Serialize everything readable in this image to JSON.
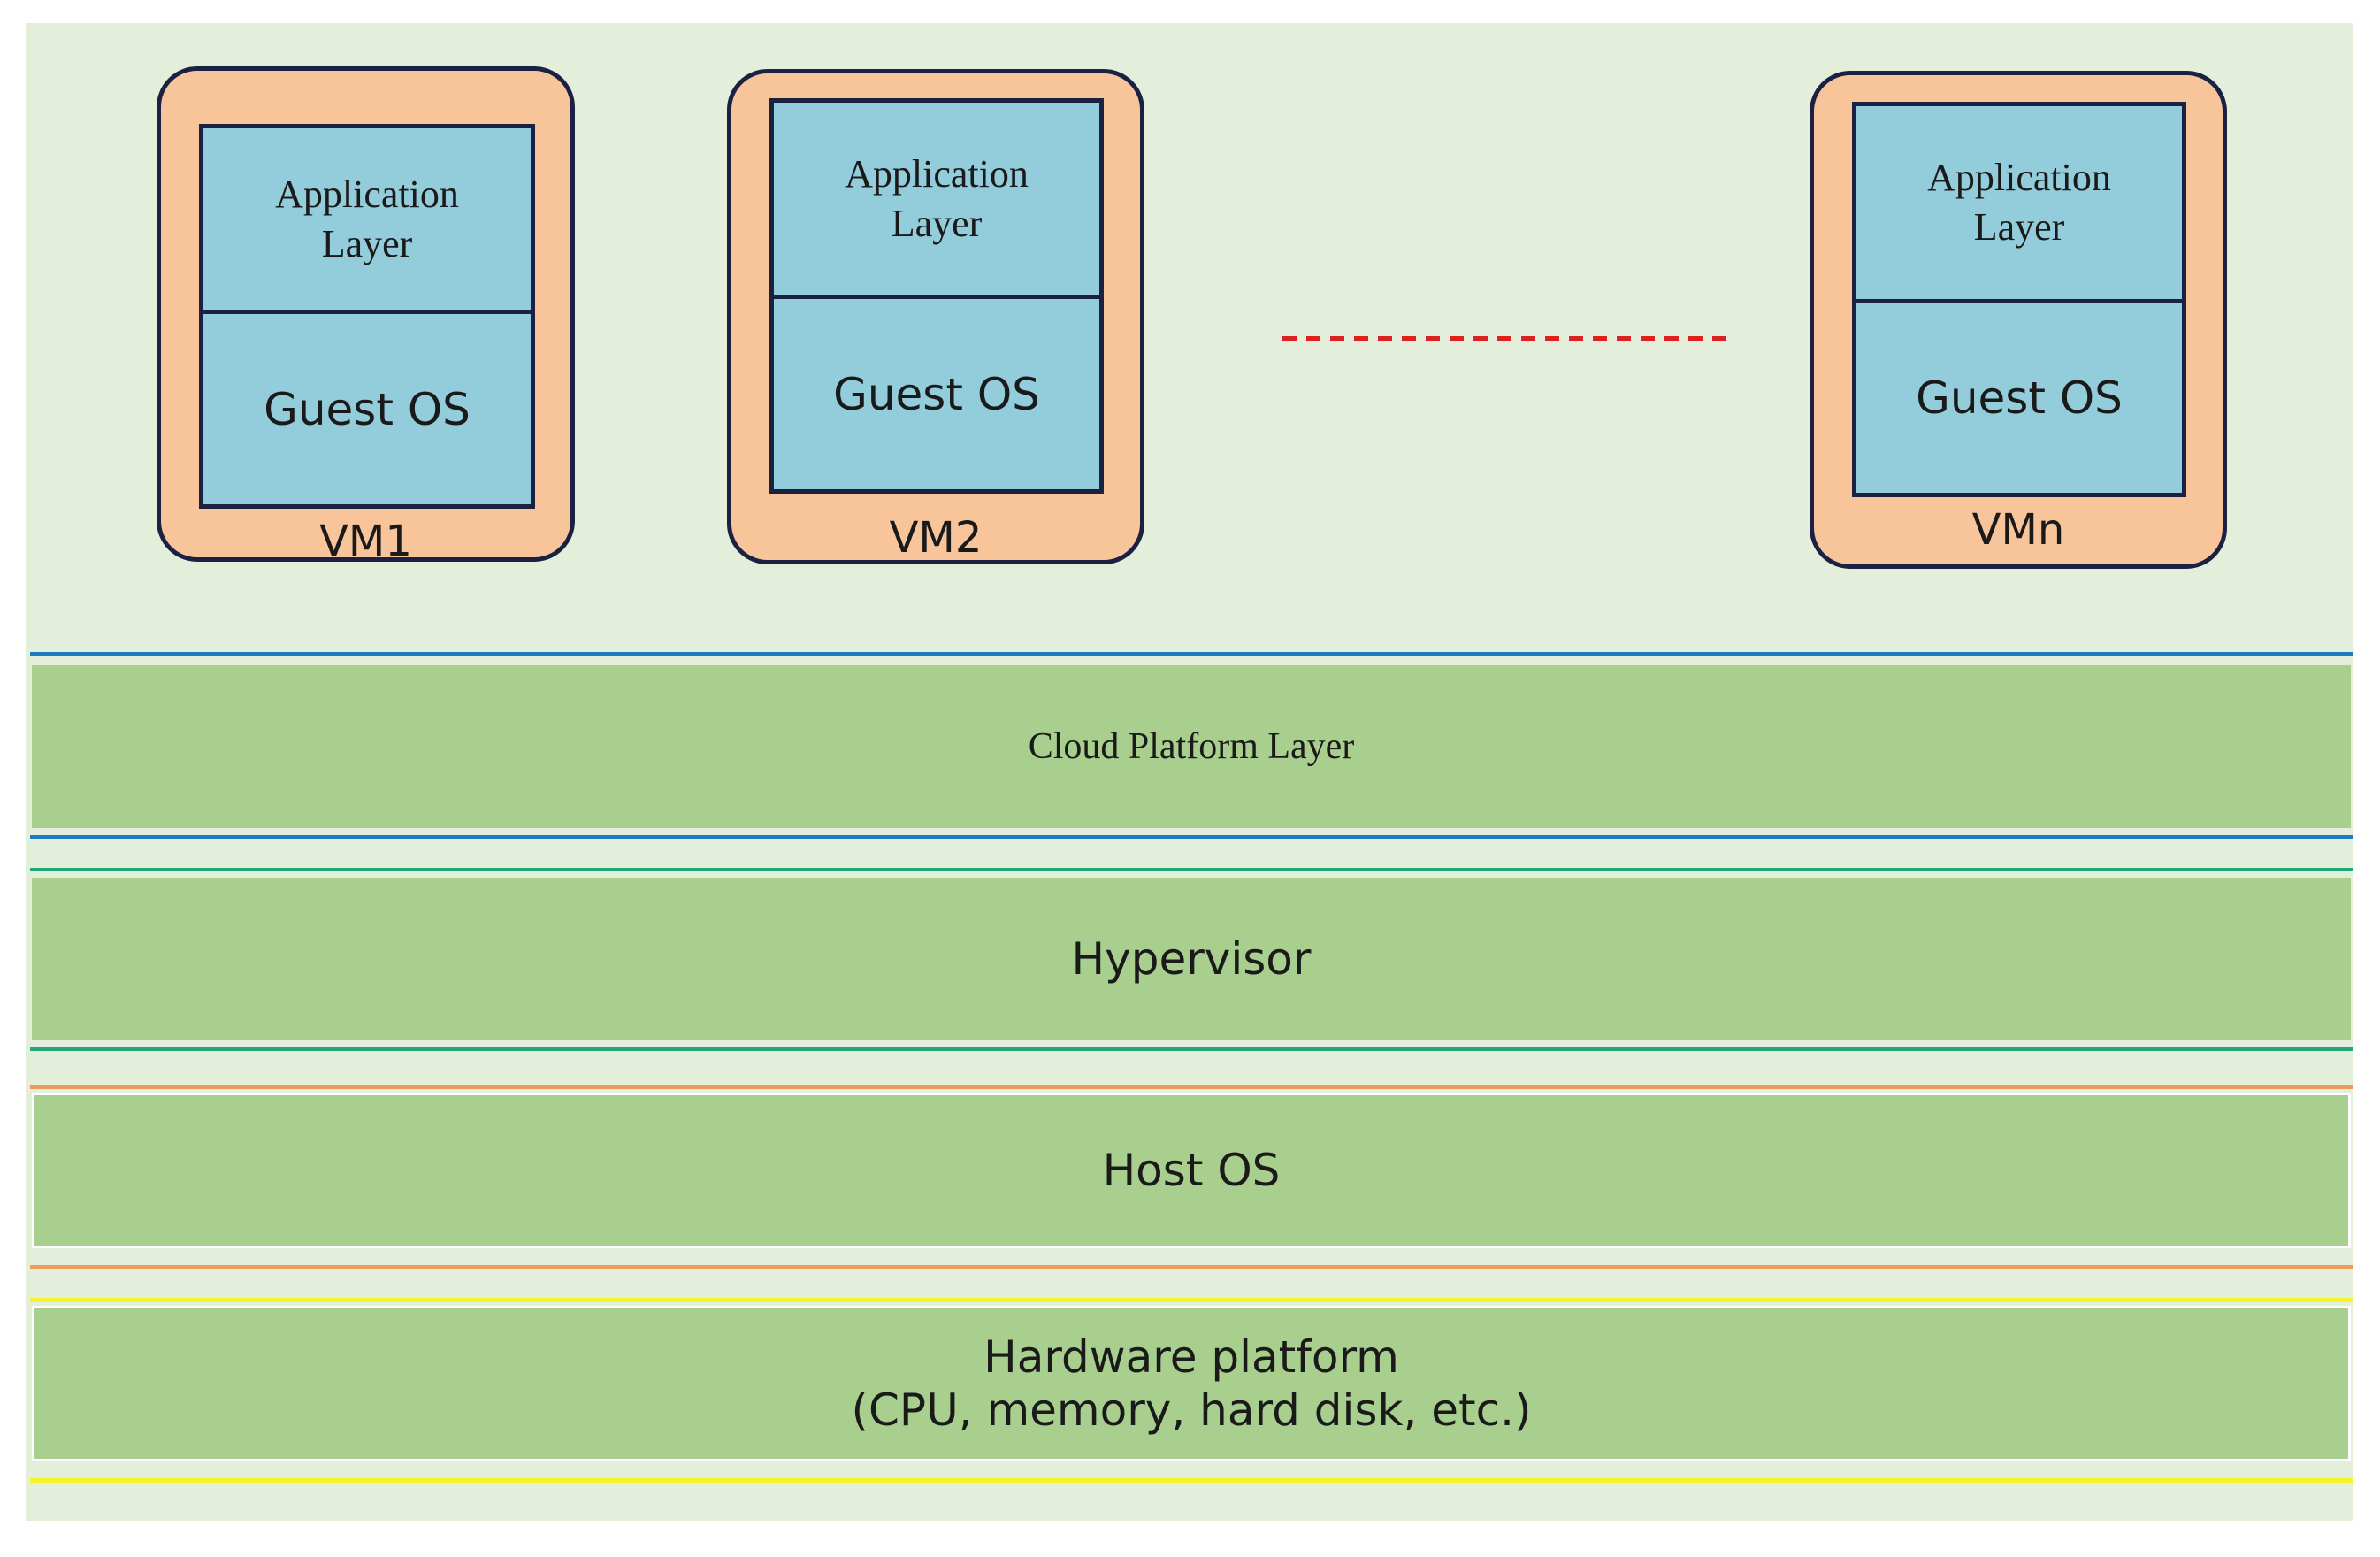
{
  "vms": [
    {
      "app_line1": "Application",
      "app_line2": "Layer",
      "guest": "Guest OS",
      "label": "VM1"
    },
    {
      "app_line1": "Application",
      "app_line2": "Layer",
      "guest": "Guest OS",
      "label": "VM2"
    },
    {
      "app_line1": "Application",
      "app_line2": "Layer",
      "guest": "Guest OS",
      "label": "VMn"
    }
  ],
  "layers": {
    "cloud": "Cloud Platform Layer",
    "hypervisor": "Hypervisor",
    "host": "Host OS",
    "hardware_line1": "Hardware platform",
    "hardware_line2": "(CPU, memory, hard disk, etc.)"
  },
  "colors": {
    "background": "#e3efdb",
    "vm_fill": "#f8c49a",
    "box_fill": "#93cddb",
    "outline": "#1a2142",
    "layer_fill": "#a8cf8e",
    "cloud_rule": "#1f7bc1",
    "hypervisor_rule": "#20a878",
    "host_rule": "#ee9a5a",
    "hardware_rule": "#f4f42a",
    "ellipsis_dash": "#e02020"
  }
}
